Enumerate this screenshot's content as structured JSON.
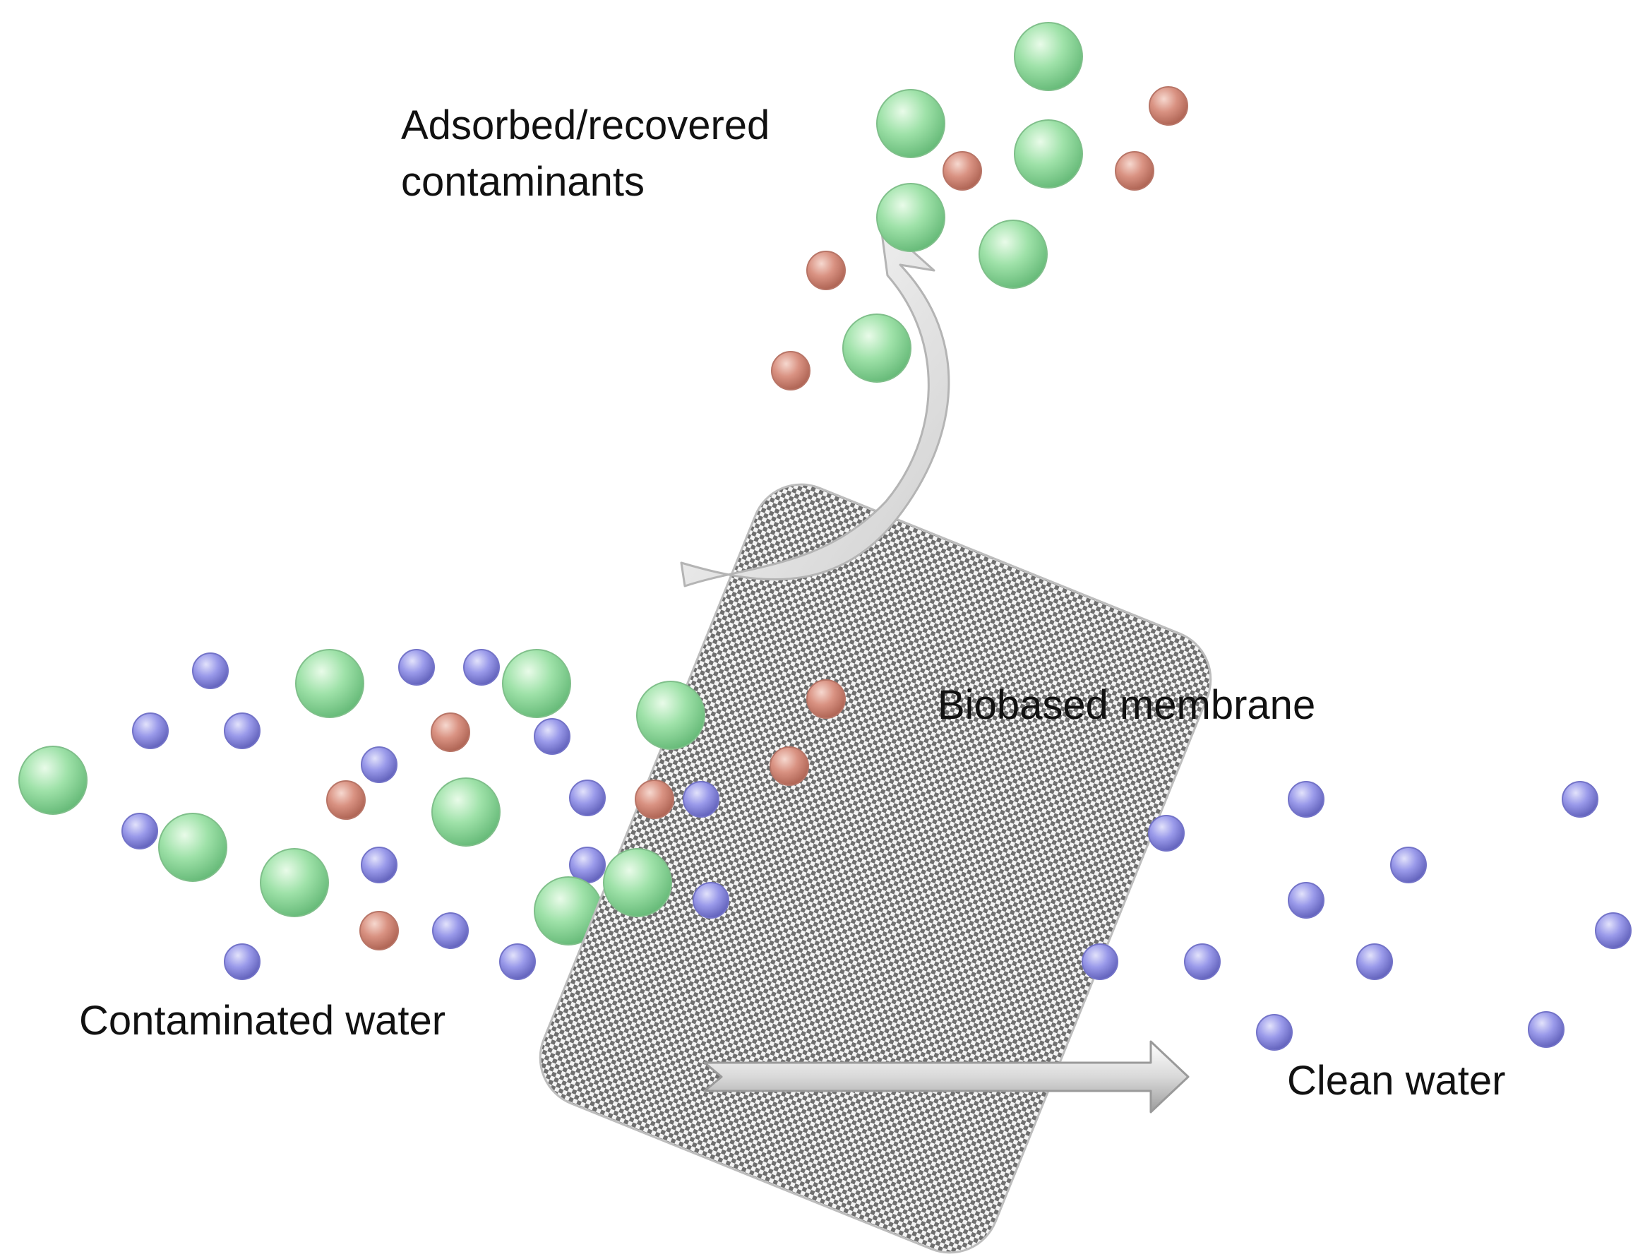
{
  "labels": {
    "adsorbed_line1": "Adsorbed/recovered",
    "adsorbed_line2": "contaminants",
    "membrane": "Biobased membrane",
    "contaminated_water": "Contaminated water",
    "clean_water": "Clean water"
  },
  "colors": {
    "background": "#ffffff",
    "text": "#111111",
    "large_contaminant": "#8fdc9c",
    "small_contaminant": "#d68a7c",
    "water_molecule": "#8f8fe6",
    "membrane_pattern": "#6f6f6f",
    "arrow_fill": "#dedede"
  },
  "legend_items": {
    "large_contaminant": "green sphere",
    "small_contaminant": "salmon sphere",
    "water_molecule": "blue sphere"
  }
}
